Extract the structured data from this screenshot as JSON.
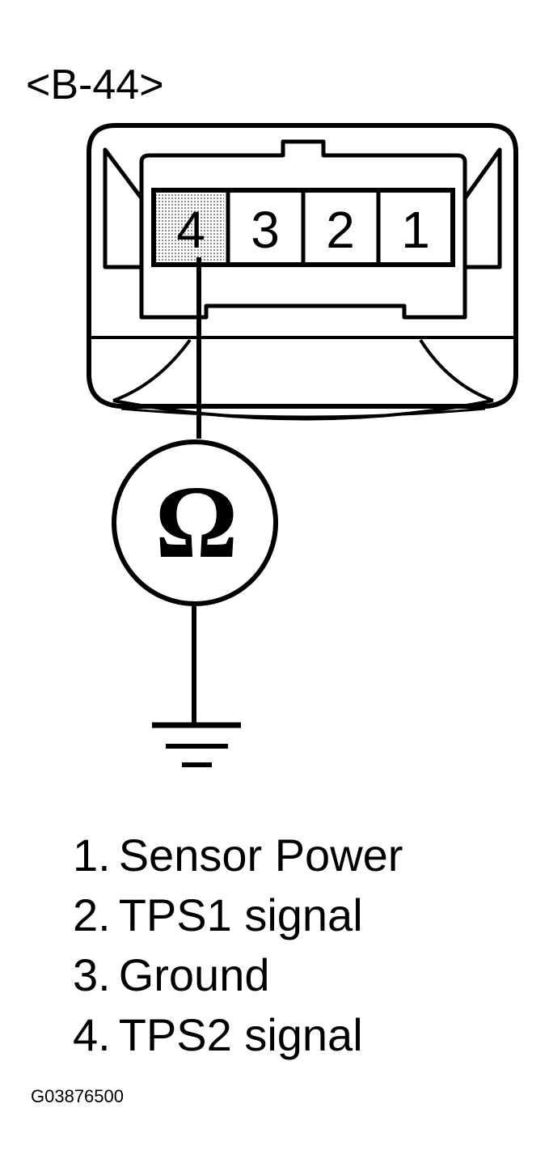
{
  "connector": {
    "label": "<B-44>",
    "pins": [
      {
        "number": "4",
        "highlighted": true
      },
      {
        "number": "3",
        "highlighted": false
      },
      {
        "number": "2",
        "highlighted": false
      },
      {
        "number": "1",
        "highlighted": false
      }
    ]
  },
  "meter": {
    "symbol": "Ω",
    "icon": "ohmmeter-icon"
  },
  "ground": {
    "icon": "ground-icon"
  },
  "legend": [
    {
      "num": "1.",
      "text": "Sensor Power"
    },
    {
      "num": "2.",
      "text": "TPS1 signal"
    },
    {
      "num": "3.",
      "text": "Ground"
    },
    {
      "num": "4.",
      "text": "TPS2 signal"
    }
  ],
  "figure_id": "G03876500",
  "colors": {
    "ink": "#000000",
    "paper": "#ffffff",
    "highlight_pin": "#d9d9d9"
  }
}
